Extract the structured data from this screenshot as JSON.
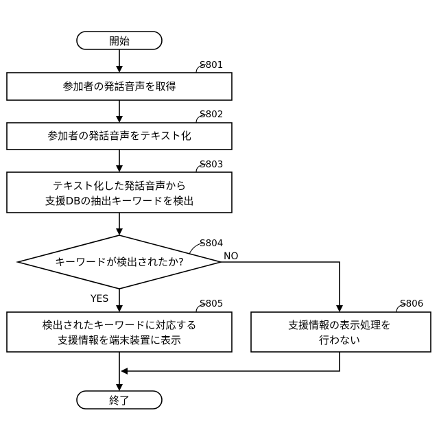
{
  "flowchart": {
    "start": {
      "label": "開始"
    },
    "end": {
      "label": "終了"
    },
    "s801": {
      "step": "S801",
      "label": "参加者の発話音声を取得"
    },
    "s802": {
      "step": "S802",
      "label": "参加者の発話音声をテキスト化"
    },
    "s803": {
      "step": "S803",
      "lines": [
        "テキスト化した発話音声から",
        "支援DBの抽出キーワードを検出"
      ]
    },
    "s804": {
      "step": "S804",
      "label": "キーワードが検出されたか?",
      "yes_label": "YES",
      "no_label": "NO"
    },
    "s805": {
      "step": "S805",
      "lines": [
        "検出されたキーワードに対応する",
        "支援情報を端末装置に表示"
      ]
    },
    "s806": {
      "step": "S806",
      "lines": [
        "支援情報の表示処理を",
        "行わない"
      ]
    }
  }
}
